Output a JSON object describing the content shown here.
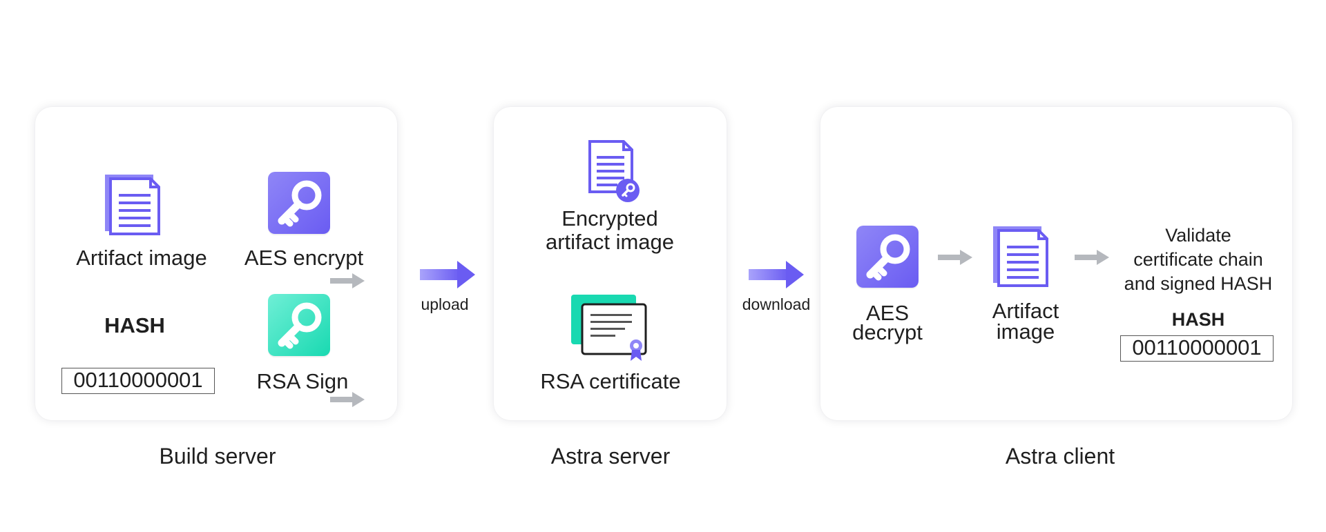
{
  "build_server": {
    "caption": "Build server",
    "artifact_label": "Artifact image",
    "aes_label": "AES encrypt",
    "hash_label": "HASH",
    "hash_value": "00110000001",
    "rsa_label": "RSA Sign"
  },
  "upload_label": "upload",
  "astra_server": {
    "caption": "Astra server",
    "encrypted_label_line1": "Encrypted",
    "encrypted_label_line2": "artifact image",
    "certificate_label": "RSA certificate"
  },
  "download_label": "download",
  "astra_client": {
    "caption": "Astra client",
    "aes_label_line1": "AES",
    "aes_label_line2": "decrypt",
    "artifact_label_line1": "Artifact",
    "artifact_label_line2": "image",
    "validate_line1": "Validate",
    "validate_line2": "certificate chain",
    "validate_line3": "and signed HASH",
    "hash_label": "HASH",
    "hash_value": "00110000001"
  },
  "colors": {
    "purple": "#6a5cf2",
    "purple_light": "#8f86f7",
    "green": "#19d9b1",
    "gray_arrow": "#b5b8bd"
  },
  "icons": [
    "document-icon",
    "key-icon",
    "encrypted-document-icon",
    "certificate-icon",
    "arrow-right-icon"
  ]
}
